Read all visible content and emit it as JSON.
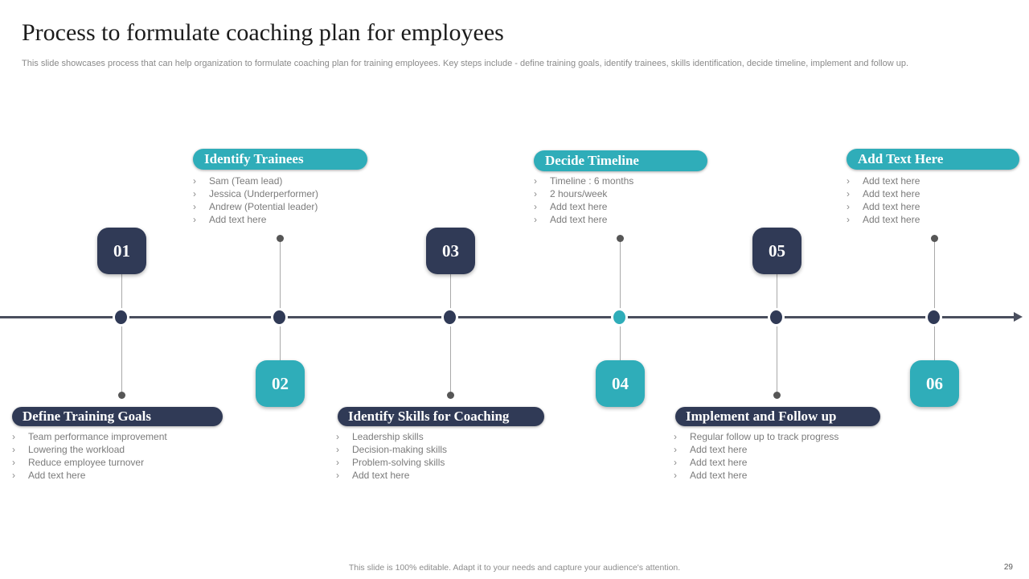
{
  "slide": {
    "title": "Process to formulate coaching plan for employees",
    "subtitle": "This slide showcases process that can help organization to formulate coaching plan for training employees. Key steps include - define training goals, identify trainees, skills identification, decide timeline, implement and follow up.",
    "footer_note": "This slide is 100% editable.  Adapt it to your needs and capture your audience's attention.",
    "page_number": "29",
    "bullet_marker": "›"
  },
  "colors": {
    "navy": "#303a56",
    "teal": "#2fadb9",
    "axis_line": "#4a4f5e",
    "connector_gray": "#a9a9a9",
    "small_dot_gray": "#565656",
    "bullet_text_gray": "#7b7b7b"
  },
  "steps": [
    {
      "number": "01",
      "title": "Define Training Goals",
      "title_position": "below-axis",
      "bullets": [
        "Team performance improvement",
        "Lowering the workload",
        "Reduce employee turnover",
        "Add text here"
      ]
    },
    {
      "number": "02",
      "title": "Identify Trainees",
      "title_position": "above-axis",
      "bullets": [
        "Sam (Team lead)",
        "Jessica (Underperformer)",
        "Andrew (Potential leader)",
        "Add text here"
      ]
    },
    {
      "number": "03",
      "title": "Identify Skills for Coaching",
      "title_position": "below-axis",
      "bullets": [
        "Leadership skills",
        "Decision-making skills",
        "Problem-solving skills",
        "Add text here"
      ]
    },
    {
      "number": "04",
      "title": "Decide Timeline",
      "title_position": "above-axis",
      "bullets": [
        "Timeline : 6 months",
        "2 hours/week",
        "Add text here",
        "Add text here"
      ]
    },
    {
      "number": "05",
      "title": "Implement and Follow up",
      "title_position": "below-axis",
      "bullets": [
        "Regular follow up to track progress",
        "Add text here",
        "Add text here",
        "Add text here"
      ]
    },
    {
      "number": "06",
      "title": "Add Text Here",
      "title_position": "above-axis",
      "bullets": [
        "Add text here",
        "Add text here",
        "Add text here",
        "Add text here"
      ]
    }
  ]
}
